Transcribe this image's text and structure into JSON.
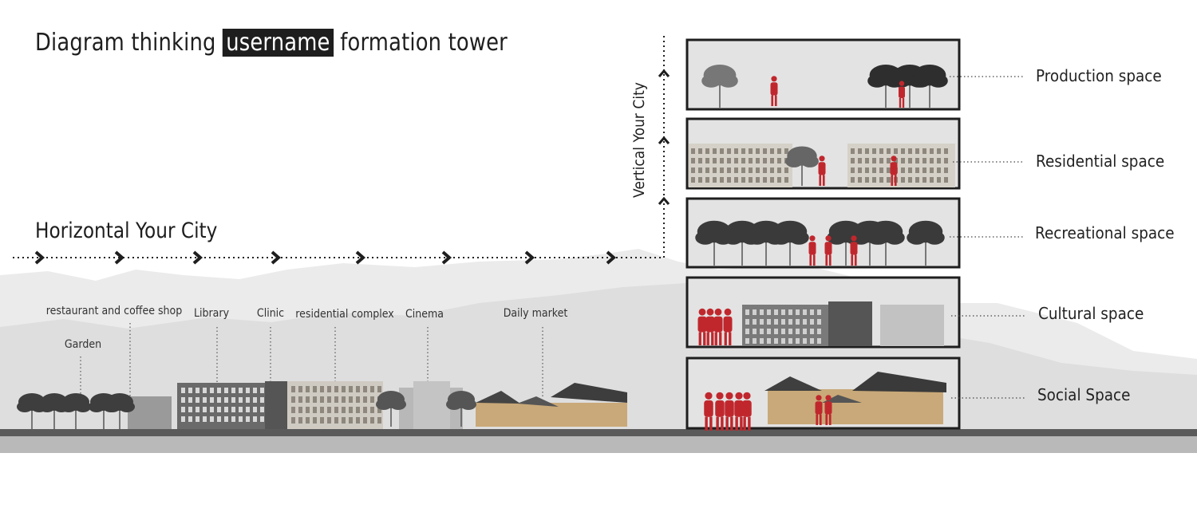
{
  "title": {
    "before": "Diagram thinking ",
    "highlight": "username",
    "after": " formation tower"
  },
  "horizontal_title": "Horizontal Your City",
  "vertical_title": "Vertical Your City",
  "buildings": [
    "restaurant and coffee shop",
    "Garden",
    "Library",
    "Clinic",
    "residential complex",
    "Cinema",
    "Daily market"
  ],
  "tower_spaces": [
    "Production space",
    "Residential space",
    "Recreational space",
    "Cultural space",
    "Social Space"
  ],
  "colors": {
    "ink": "#1e1e1e",
    "people": "#c0272d",
    "mountains_light": "#e9e9e9",
    "mountains_mid": "#dcdcdc",
    "ground": "#5a5a5a",
    "floor_fill": "#e3e3e3"
  }
}
